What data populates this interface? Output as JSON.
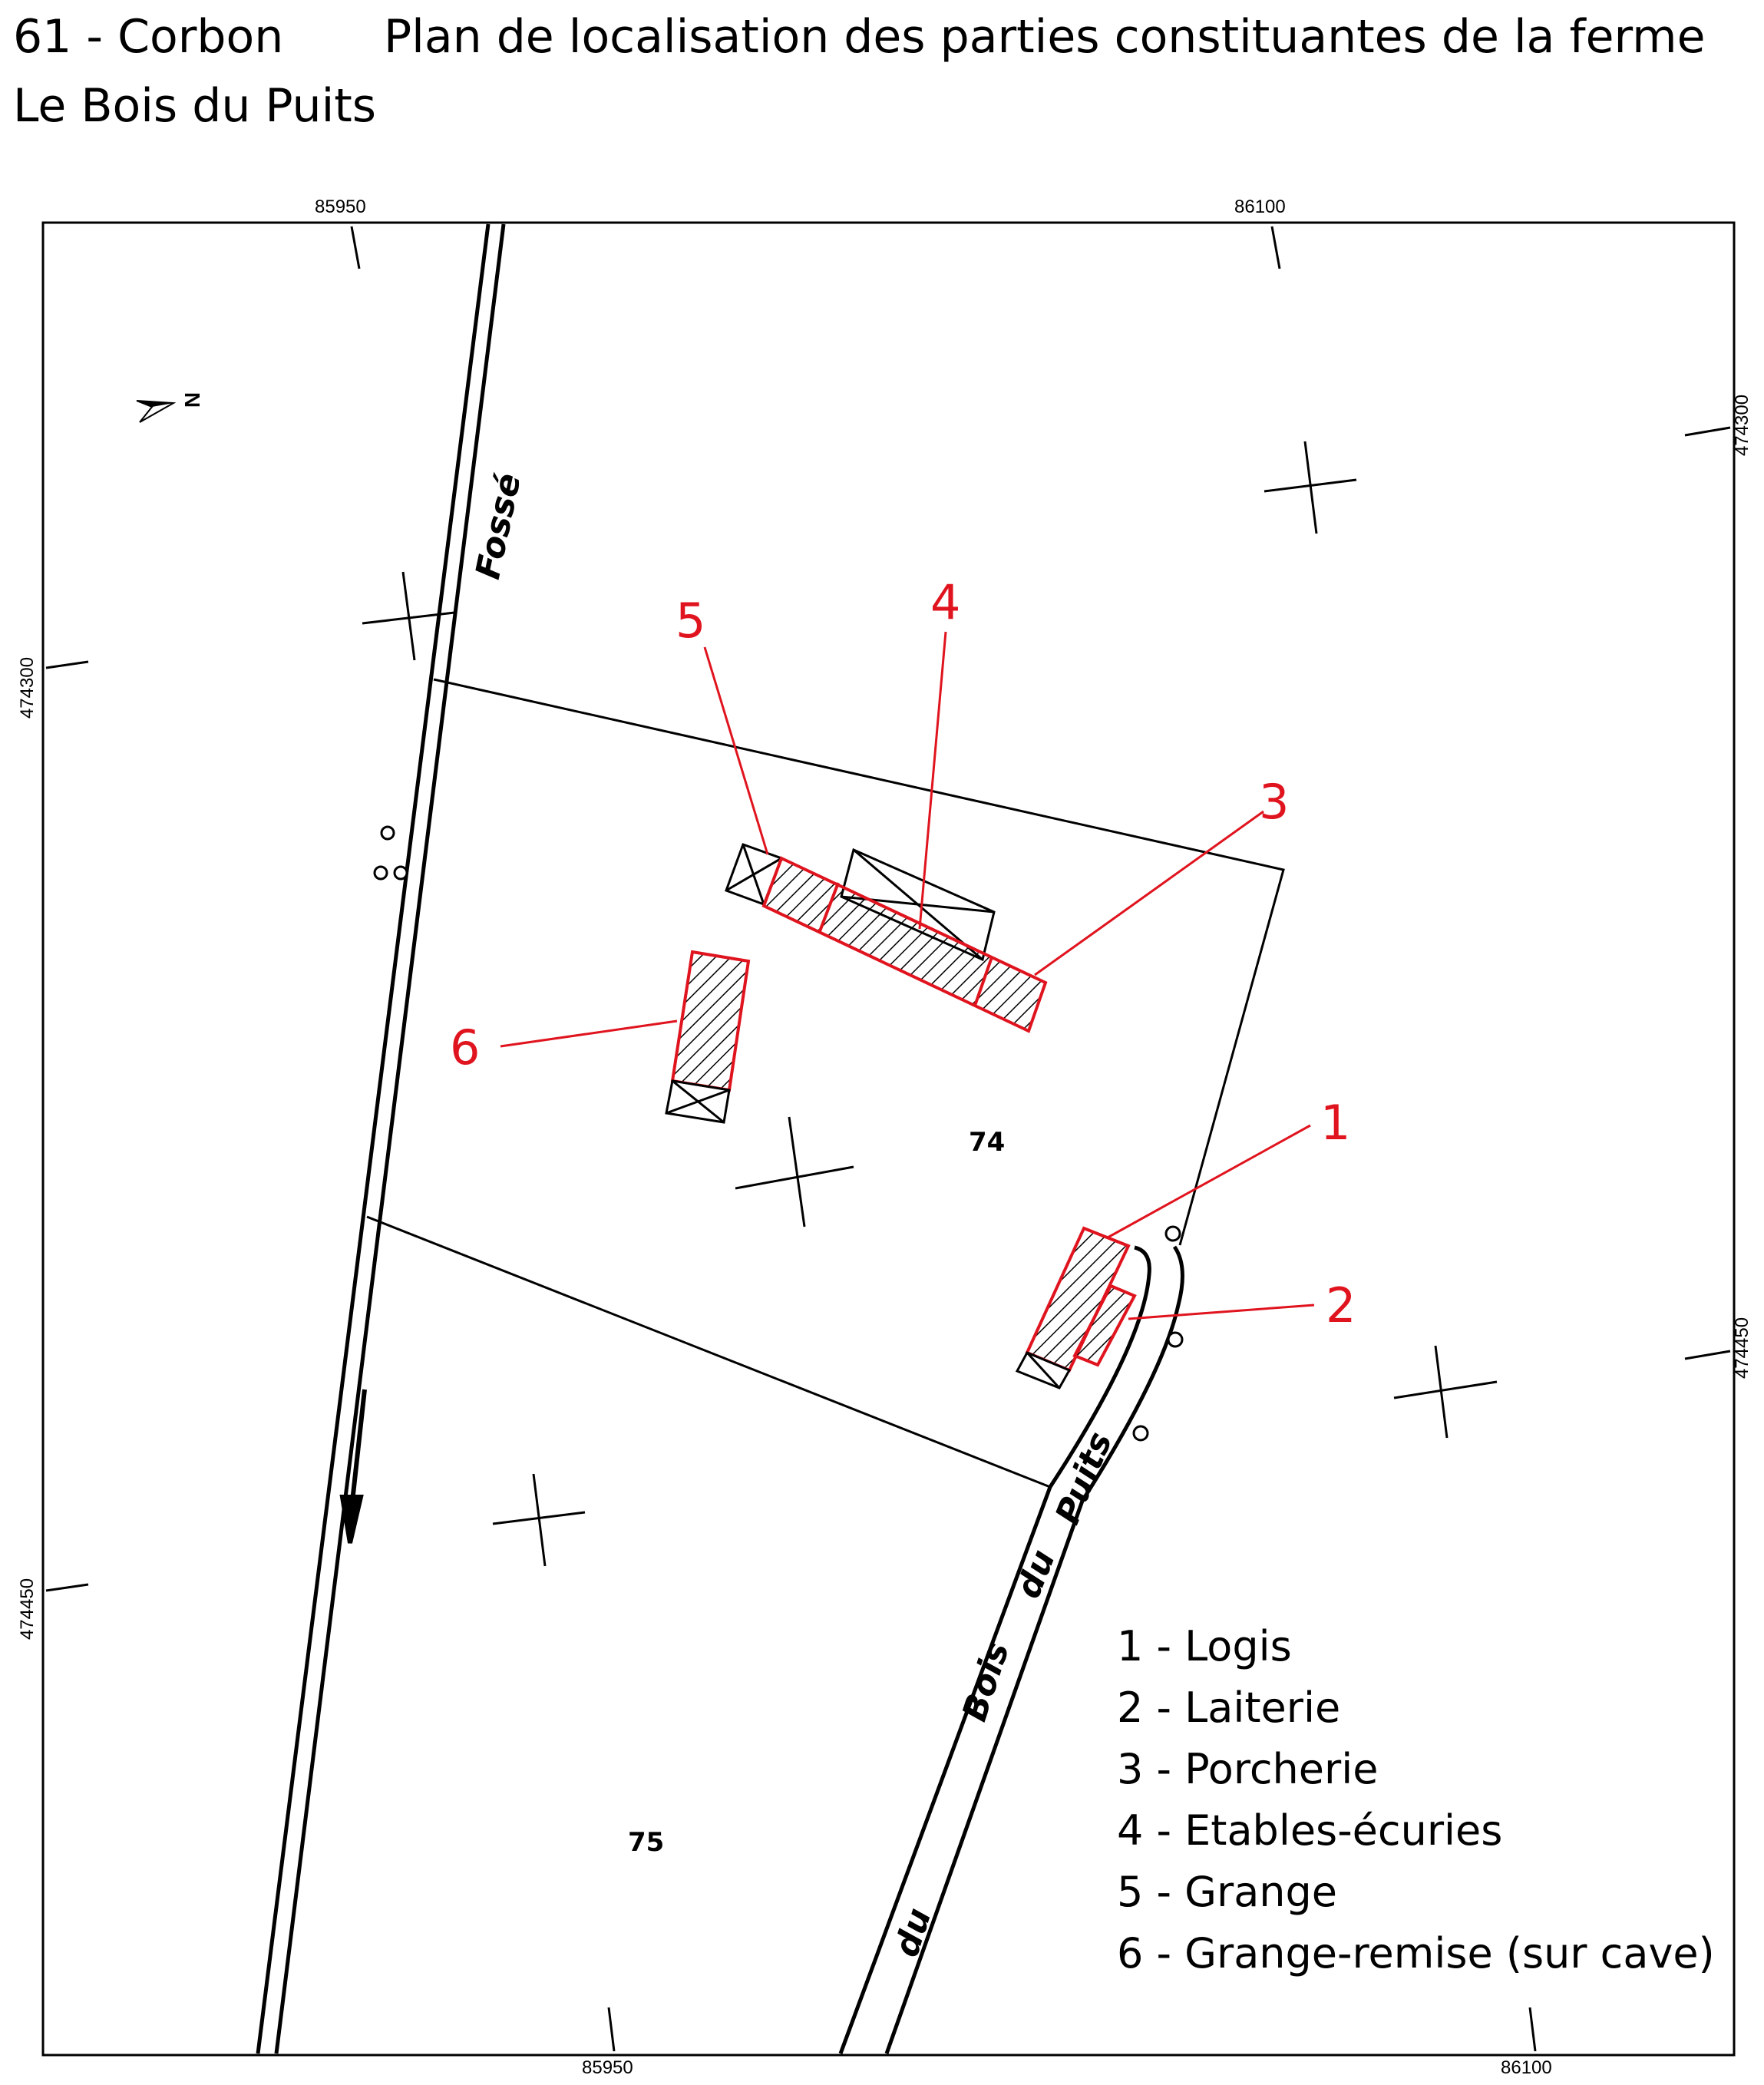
{
  "header": {
    "commune": "61 - Corbon",
    "title": "Plan de localisation des parties constituantes de la ferme",
    "place": "Le Bois du Puits"
  },
  "coordinates": {
    "top_left": "85950",
    "top_right": "86100",
    "bottom_left": "85950",
    "bottom_right": "86100",
    "left_upper": "474300",
    "left_lower": "474450",
    "right_upper": "474300",
    "right_lower": "474450"
  },
  "north_label": "N",
  "map_labels": {
    "ditch": "Fossé",
    "road_1": "Puits",
    "road_2": "du",
    "road_3": "Bois",
    "road_4": "du",
    "parcel_74": "74",
    "parcel_75": "75"
  },
  "buildings": [
    {
      "number": "1",
      "label": "1 - Logis"
    },
    {
      "number": "2",
      "label": "2 - Laiterie"
    },
    {
      "number": "3",
      "label": "3 - Porcherie"
    },
    {
      "number": "4",
      "label": "4 - Etables-écuries"
    },
    {
      "number": "5",
      "label": "5 - Grange"
    },
    {
      "number": "6",
      "label": "6 - Grange-remise (sur cave)"
    }
  ],
  "colors": {
    "highlight": "#e0141e",
    "ink": "#000000"
  }
}
